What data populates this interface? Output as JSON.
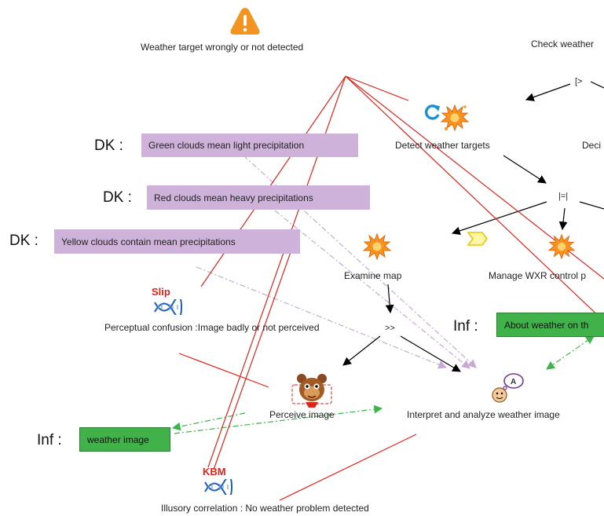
{
  "warning": {
    "label": "Weather target wrongly or not detected"
  },
  "tasks": {
    "check_weather": "Check weather",
    "detect_targets": "Detect weather targets",
    "decide": "Deci",
    "examine_map": "Examine map",
    "manage_wxr": "Manage WXR control p",
    "perceive_image": "Perceive image",
    "interpret": "Interpret and analyze weather image"
  },
  "operators": {
    "enable": "[>",
    "interleave": "|=|",
    "sequence": ">>"
  },
  "dk": [
    {
      "prefix": "DK :",
      "text": "Green clouds mean light precipitation"
    },
    {
      "prefix": "DK :",
      "text": "Red clouds mean heavy precipitations"
    },
    {
      "prefix": "DK :",
      "text": "Yellow clouds contain mean precipitations"
    }
  ],
  "inf": [
    {
      "prefix": "Inf :",
      "text": "About weather on th"
    },
    {
      "prefix": "Inf :",
      "text": "weather image"
    }
  ],
  "errors": {
    "slip": {
      "tag": "Slip",
      "label": "Perceptual confusion :Image badly or not perceived"
    },
    "kbm": {
      "tag": "KBM",
      "label": "Illusory correlation : No weather problem detected"
    }
  },
  "colors": {
    "error_line": "#e0241b",
    "knowledge_arrow": "#c7a9d6",
    "info_arrow": "#3ab54a",
    "flow_arrow": "#000000",
    "warning": "#f39320",
    "dk_box": "#cfb2d9",
    "inf_box": "#41b24a"
  },
  "icons": [
    "warning-icon",
    "refresh-icon",
    "splat-task-icon",
    "abstract-task-icon",
    "user-task-icon",
    "cognitive-task-icon",
    "dna-icon"
  ]
}
